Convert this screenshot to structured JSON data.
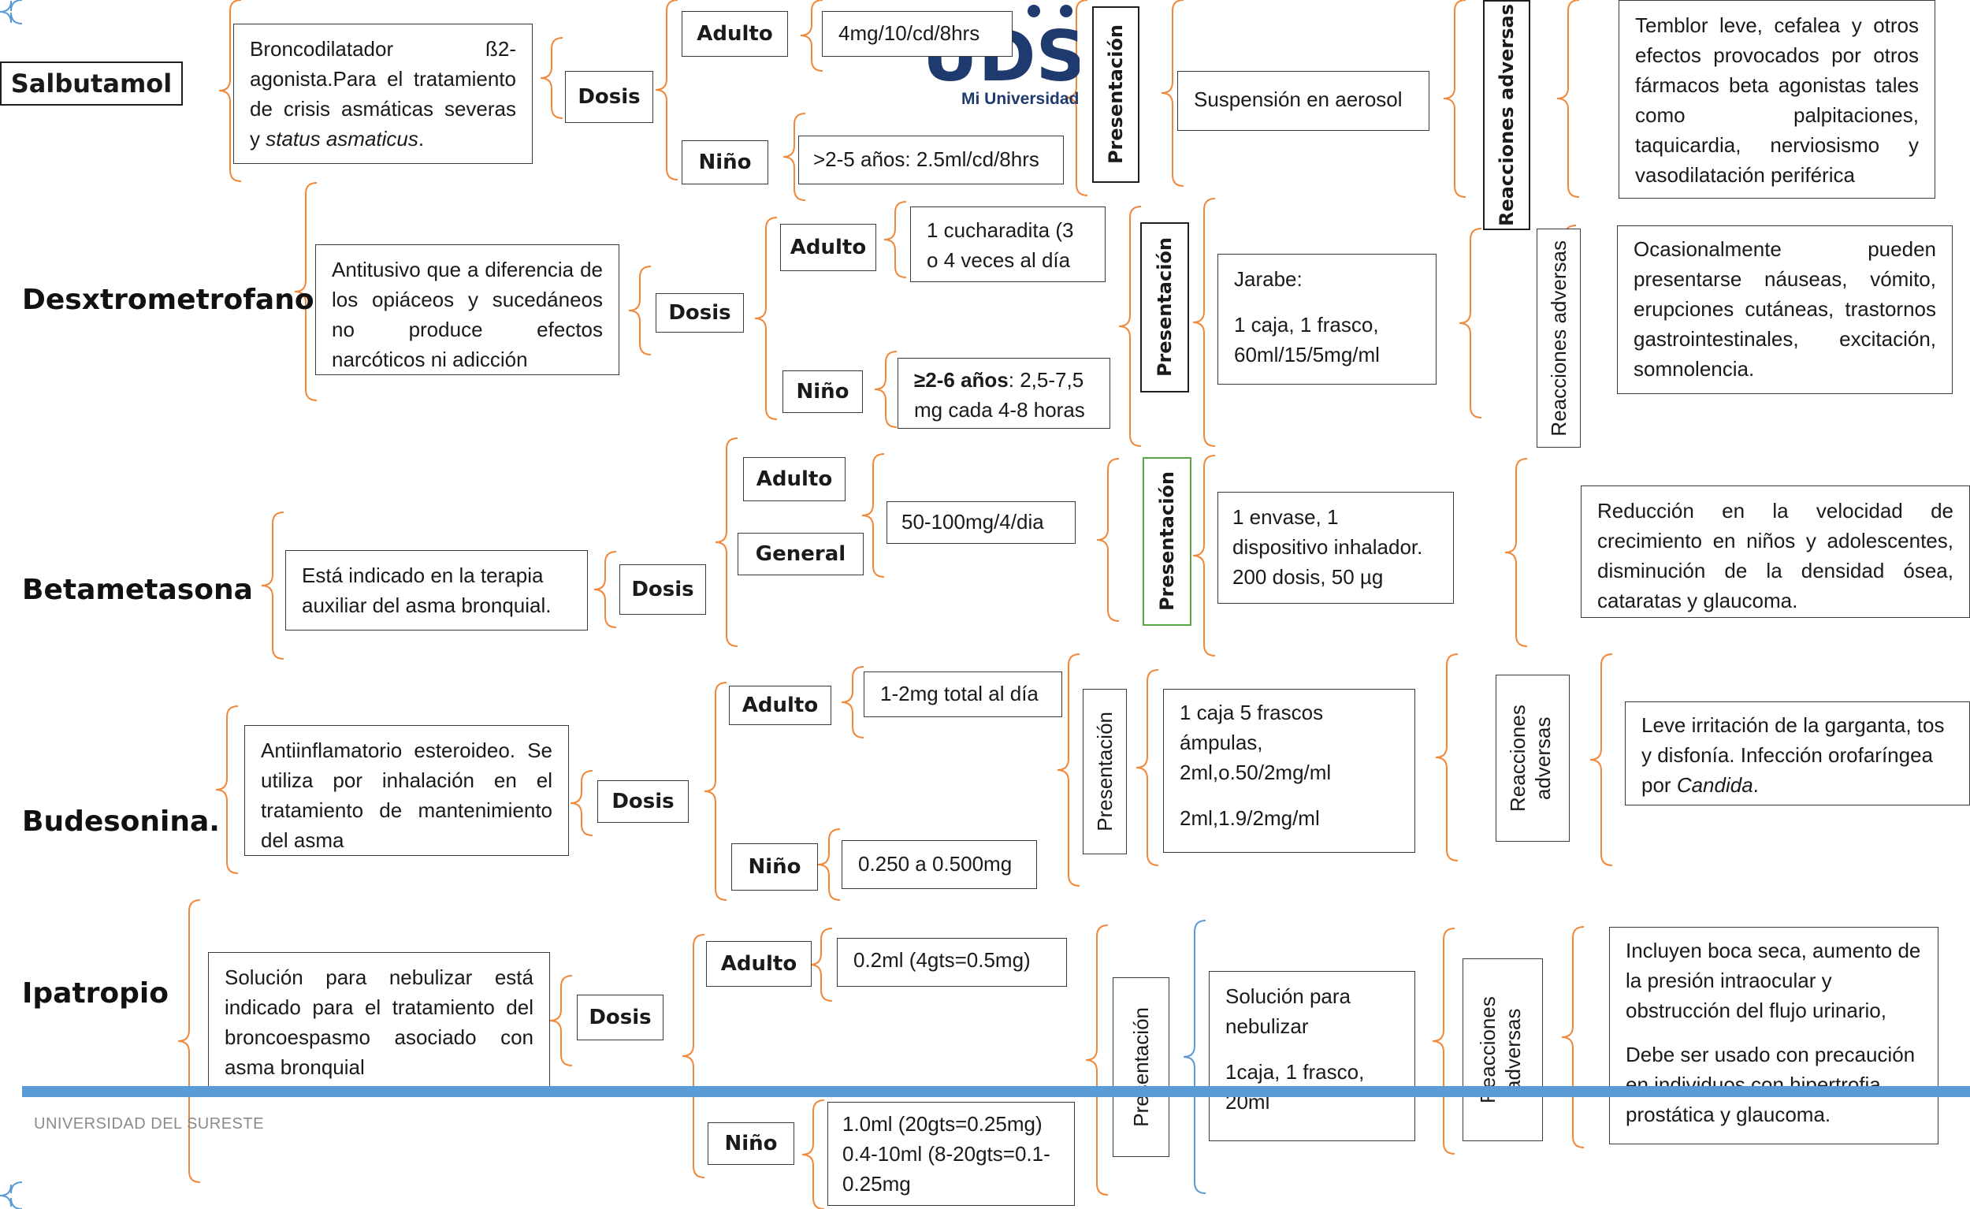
{
  "footer": {
    "university": "UNIVERSIDAD DEL SURESTE"
  },
  "logo": {
    "text": "UDS",
    "subtitle": "Mi Universidad"
  },
  "colors": {
    "bracket": "#f0883a",
    "bracket_blue": "#5b9bd5",
    "footer_bar": "#5b9bd5",
    "green_border": "#5aa845"
  },
  "labels": {
    "dosis": "Dosis",
    "adulto": "Adulto",
    "nino": "Niño",
    "general": "General",
    "presentacion": "Presentación",
    "reacciones": "Reacciones adversas"
  },
  "drugs": {
    "salbutamol": {
      "name": "Salbutamol",
      "description_1": "Broncodilatador ß2-agonista.Para el tratamiento de crisis asmáticas severas y",
      "description_italic": "status asmaticus",
      "description_end": ".",
      "adult_dose": "4mg/10/cd/8hrs",
      "child_dose": ">2-5 años: 2.5ml/cd/8hrs",
      "presentation": "Suspensión en aerosol",
      "adverse": "Temblor leve, cefalea y otros efectos provocados por otros fármacos beta agonistas tales como palpitaciones, taquicardia, nerviosismo y vasodilatación periférica"
    },
    "dextrometorfano": {
      "name": "Desxtrometrofano",
      "description": "Antitusivo que a diferencia de los opiáceos y sucedáneos no produce efectos narcóticos ni adicción",
      "adult_label": "Adulto",
      "adult_dose": "1 cucharadita (3 o 4 veces al día",
      "child_dose_bold": "≥2-6 años",
      "child_dose": ": 2,5-7,5 mg cada 4-8 horas",
      "presentation_1": "Jarabe:",
      "presentation_2": "1 caja, 1 frasco, 60ml/15/5mg/ml",
      "adverse": "Ocasionalmente pueden presentarse náuseas, vómito, erupciones cutáneas, trastornos gastrointestinales, excitación, somnolencia."
    },
    "betametasona": {
      "name": "Betametasona",
      "description": "Está indicado en la terapia auxiliar del asma bronquial.",
      "dose": "50-100mg/4/dia",
      "presentation": "1 envase, 1 dispositivo inhalador. 200 dosis, 50 µg",
      "adverse": "Reducción en la velocidad de crecimiento en niños y adolescentes, disminución de la densidad ósea, cataratas y glaucoma."
    },
    "budesonida": {
      "name": "Budesonina.",
      "description": "Antiinflamatorio esteroideo. Se utiliza por inhalación en el tratamiento de mantenimiento del asma",
      "adult_dose": "1-2mg total al día",
      "child_dose": "0.250 a 0.500mg",
      "presentation_1": "1 caja 5 frascos ámpulas, 2ml,o.50/2mg/ml",
      "presentation_2": "2ml,1.9/2mg/ml",
      "adverse_1": "Leve irritación de la garganta, tos y disfonía. Infección orofaríngea por",
      "adverse_italic": "Candida",
      "adverse_end": "."
    },
    "ipratropio": {
      "name": "Ipatropio",
      "description": "Solución para nebulizar está indicado para el tratamiento del broncoespasmo asociado con asma bronquial",
      "adult_dose": "0.2ml (4gts=0.5mg)",
      "child_dose": "1.0ml (20gts=0.25mg) 0.4-10ml (8-20gts=0.1-0.25mg",
      "presentation_1": "Solución para nebulizar",
      "presentation_2": "1caja, 1 frasco, 20ml",
      "adverse_1": "Incluyen boca seca, aumento de la presión intraocular y obstrucción del flujo urinario,",
      "adverse_2": "Debe ser usado con precaución en individuos con hipertrofia prostática y glaucoma."
    }
  }
}
